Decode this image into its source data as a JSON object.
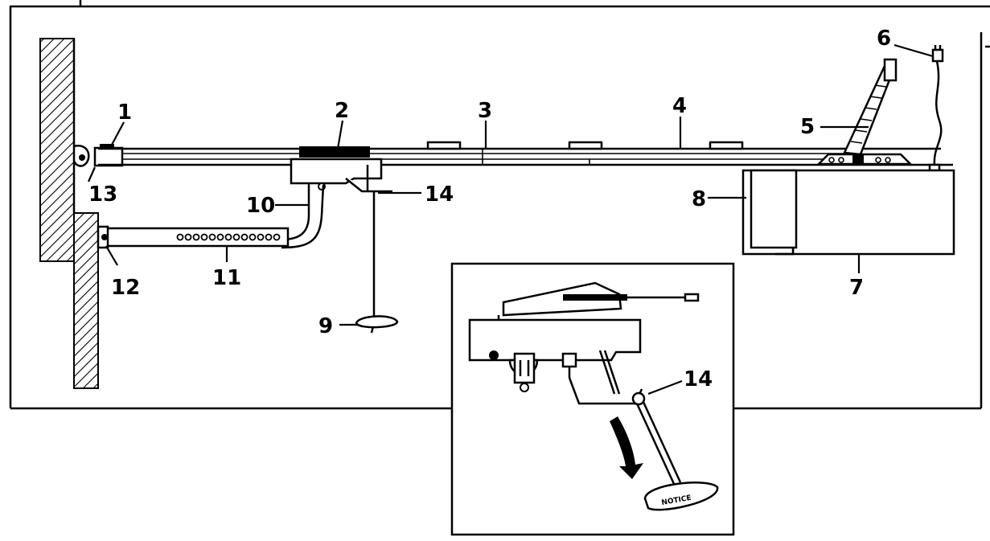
{
  "labels": {
    "l1": "1",
    "l2": "2",
    "l3": "3",
    "l4": "4",
    "l5": "5",
    "l6": "6",
    "l7": "7",
    "l8": "8",
    "l9": "9",
    "l10": "10",
    "l11": "11",
    "l12": "12",
    "l13": "13",
    "l14": "14",
    "inset_l14": "14"
  },
  "colors": {
    "ink": "#000000",
    "paper": "#ffffff"
  }
}
